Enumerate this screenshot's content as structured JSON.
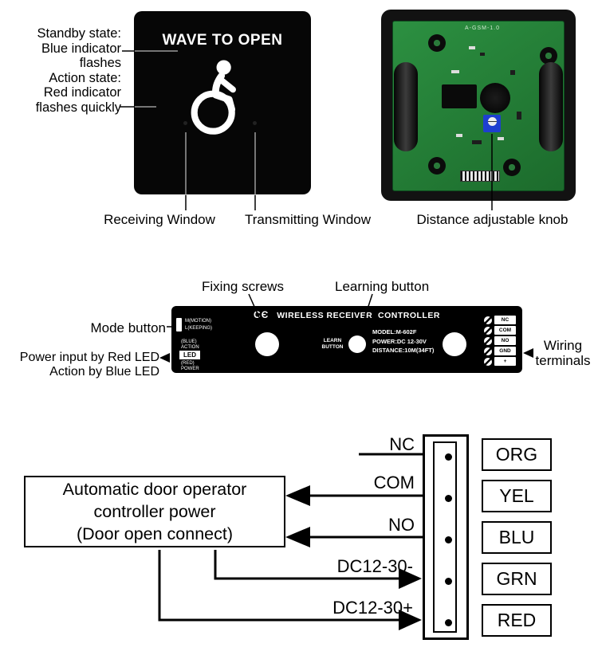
{
  "switch_panel": {
    "title": "WAVE TO OPEN",
    "standby_lines": [
      "Standby state:",
      "Blue indicator",
      "flashes"
    ],
    "action_lines": [
      "Action state:",
      "Red indicator",
      "flashes quickly"
    ],
    "receiving_label": "Receiving Window",
    "transmitting_label": "Transmitting Window"
  },
  "pcb": {
    "silkscreen": "A-GSM-1.0",
    "distance_label": "Distance adjustable knob"
  },
  "receiver": {
    "fixing_label": "Fixing screws",
    "learning_label": "Learning button",
    "mode_label": "Mode button",
    "power_led_line1": "Power input by Red LED",
    "power_led_line2": "Action by Blue LED",
    "wiring_line1": "Wiring",
    "wiring_line2": "terminals",
    "ce": "CЄ",
    "header": "WIRELESS RECEIVER  CONTROLLER",
    "mode_switch_top": "M(MOTION)",
    "mode_switch_bottom": "L(KEEPING)",
    "led_blue": "(BLUE)",
    "led_action": "ACTION",
    "led_box": "LED",
    "led_red": "(RED)",
    "led_power": "POWER",
    "learn_line1": "LEARN",
    "learn_line2": "BUTTON",
    "model": "MODEL:M-602F",
    "power": "POWER:DC 12-30V",
    "distance": "DISTANCE:10M(34FT)",
    "terminals": [
      "NC",
      "COM",
      "NO",
      "GND",
      "+"
    ]
  },
  "wiring": {
    "box_lines": [
      "Automatic door operator",
      "controller power",
      "(Door open connect)"
    ],
    "pins": [
      "NC",
      "COM",
      "NO",
      "DC12-30-",
      "DC12-30+"
    ],
    "wire_colors": [
      "ORG",
      "YEL",
      "BLU",
      "GRN",
      "RED"
    ]
  }
}
